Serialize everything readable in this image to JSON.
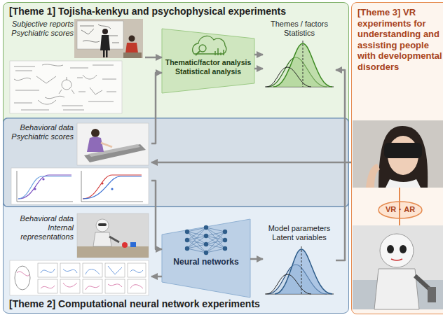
{
  "diagram": {
    "nodes": [
      {
        "text": [
          "[Theme 1] Tojisha-kenkyu and psychophysical experiments"
        ]
      },
      {
        "text": [
          "Subjective reports Psychiatric scores"
        ],
        "in": 0
      },
      {
        "text": [
          "Thematic/factor analysis",
          "Statistical analysis"
        ],
        "in": 0
      },
      {
        "text": [
          "Themes / factors Statistics"
        ],
        "in": 0
      },
      {
        "text": [
          "[Theme 2] Computational neural network experiments"
        ]
      },
      {
        "text": [
          "Behavioral data Psychiatric scores"
        ],
        "in": 0
      },
      {
        "text": [
          "Behavioral data Internal representations"
        ],
        "in": 4
      },
      {
        "text": [
          "Neural networks"
        ],
        "in": 4
      },
      {
        "text": [
          "Model parameters Latent variables"
        ],
        "in": 4
      },
      {
        "text": [
          "[Theme 3] VR experiments for understanding and assisting people with developmental disorders"
        ]
      },
      {
        "text": [
          "VR・AR"
        ],
        "in": 9
      }
    ],
    "edges": [
      {
        "from": 1,
        "to": 2,
        "arrow": "to"
      },
      {
        "from": 5,
        "to": 2,
        "arrow": "to"
      },
      {
        "from": 2,
        "to": 3,
        "arrow": "to"
      },
      {
        "from": 2,
        "to": 3,
        "arrow": "to"
      },
      {
        "from": 5,
        "to": 7,
        "arrow": "to"
      },
      {
        "from": 7,
        "to": 6,
        "arrow": "to"
      },
      {
        "from": 7,
        "to": 8,
        "arrow": "to"
      },
      {
        "from": 8,
        "to": 3,
        "arrow": "to"
      },
      {
        "from": 9,
        "to": 5,
        "arrow": "to"
      }
    ]
  }
}
